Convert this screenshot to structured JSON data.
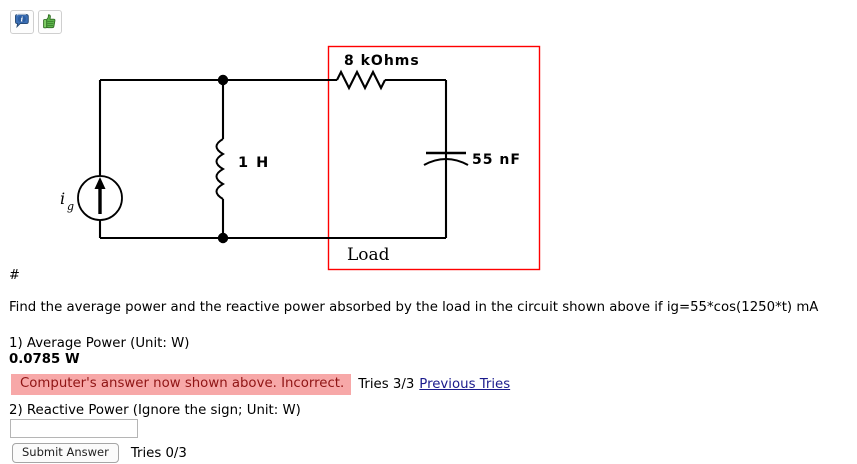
{
  "toolbar": {
    "icons": [
      {
        "name": "info-speech-bubble-icon",
        "label": "i"
      },
      {
        "name": "thumbs-up-icon",
        "label": ""
      }
    ]
  },
  "circuit": {
    "source_label_main": "i",
    "source_label_sub": "g",
    "inductor_label": "1 H",
    "resistor_label": "8  kOhms",
    "capacitor_label": "55 nF",
    "load_label": "Load",
    "load_box_color": "#ff0000",
    "wire_color": "#000000"
  },
  "content": {
    "hash_marker": "#",
    "question": "Find the average power and the reactive power absorbed by the load in the circuit shown above if ig=55*cos(1250*t) mA",
    "part1": {
      "label": "1) Average Power (Unit: W)",
      "answer": "0.0785 W",
      "feedback": "Computer's answer now shown above. Incorrect.",
      "feedback_bg": "#f7a8a8",
      "feedback_color": "#8f1414",
      "tries": "Tries 3/3",
      "previous_tries_link": "Previous Tries"
    },
    "part2": {
      "label": "2) Reactive Power (Ignore the sign; Unit: W)",
      "input_value": "",
      "input_placeholder": "",
      "submit_label": "Submit Answer",
      "tries": "Tries 0/3"
    }
  }
}
